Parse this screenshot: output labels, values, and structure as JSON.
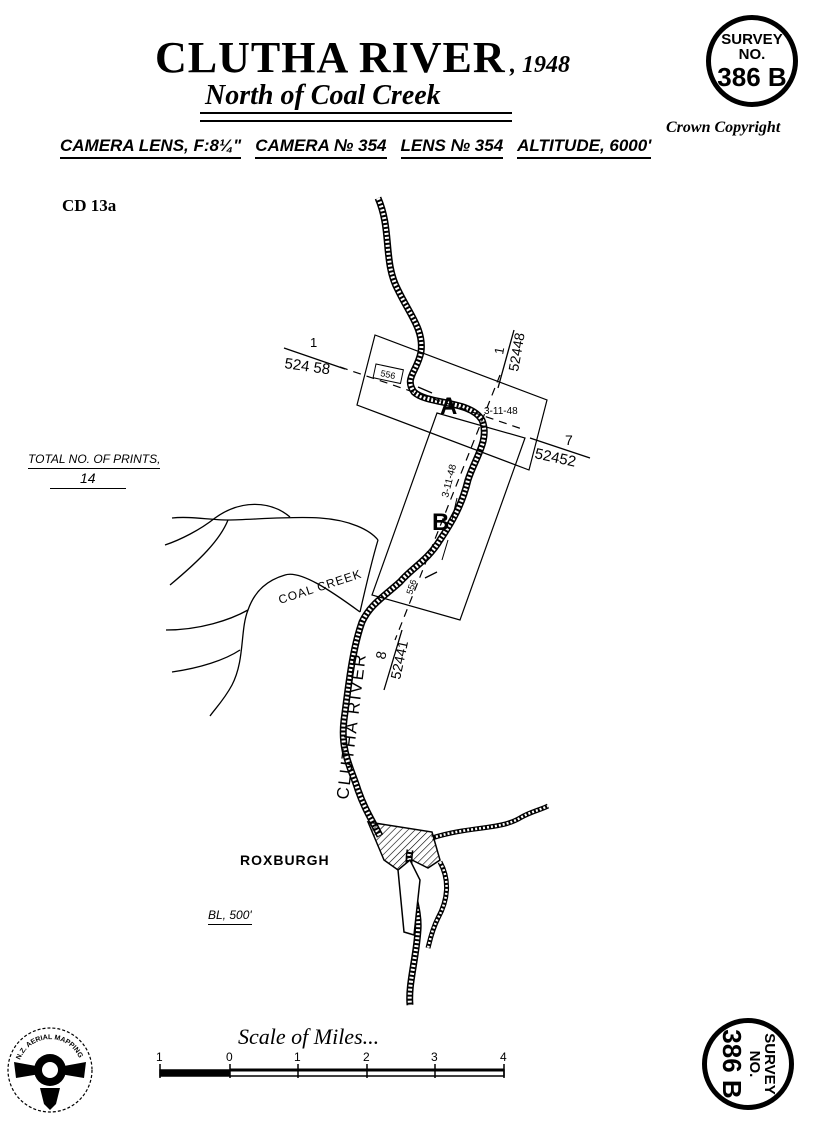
{
  "header": {
    "title": "CLUTHA RIVER",
    "year": ", 1948",
    "subtitle": "North of Coal Creek",
    "camera_items": [
      "CAMERA LENS, F:8¼\"",
      "CAMERA № 354",
      "LENS № 354",
      "ALTITUDE, 6000'"
    ],
    "copyright": "Crown Copyright",
    "ref": "CD 13a"
  },
  "stamp": {
    "line1": "SURVEY",
    "line2": "NO.",
    "line3": "386 B"
  },
  "prints": {
    "label": "TOTAL NO. OF PRINTS,",
    "value": "14"
  },
  "map": {
    "block_a_label": "A",
    "block_b_label": "B",
    "date_a": "3-11-48",
    "date_b": "3-11-48",
    "run_a_left_top": "1",
    "run_a_left_bottom": "524 58",
    "run_a_right_top": "1",
    "run_a_right_bottom": "52448",
    "run_a_east_top": "7",
    "run_a_east_bottom": "52452",
    "run_b_top": "8",
    "run_b_bottom": "52441",
    "bracket_a": "556",
    "bracket_b": "556",
    "coal_creek": "COAL CREEK",
    "river": "CLUTHA RIVER",
    "town": "ROXBURGH",
    "base_line": "BL, 500'"
  },
  "scale": {
    "title": "Scale of Miles...",
    "ticks": [
      "1",
      "0",
      "1",
      "2",
      "3",
      "4"
    ]
  },
  "logo": {
    "text": "N.Z. AERIAL MAPPING LTD."
  }
}
